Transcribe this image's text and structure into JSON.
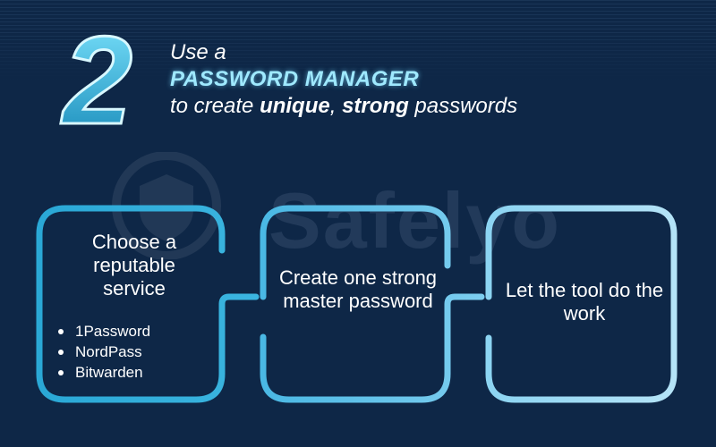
{
  "step_number": "2",
  "headline": {
    "line1": "Use a",
    "highlight": "PASSWORD MANAGER",
    "line3_prefix": "to create ",
    "line3_bold1": "unique",
    "line3_sep": ", ",
    "line3_bold2": "strong",
    "line3_suffix": " passwords"
  },
  "watermark": "Safelyo",
  "steps": [
    {
      "text": "Choose a reputable service",
      "list": [
        "1Password",
        "NordPass",
        "Bitwarden"
      ]
    },
    {
      "text": "Create one strong master password"
    },
    {
      "text": "Let the tool do the work"
    }
  ],
  "colors": {
    "background": "#0e2747",
    "accent": "#9fe9ff",
    "box1": "#2aa8d6",
    "box2": "#6cc6ea",
    "box3": "#a9dff5"
  }
}
